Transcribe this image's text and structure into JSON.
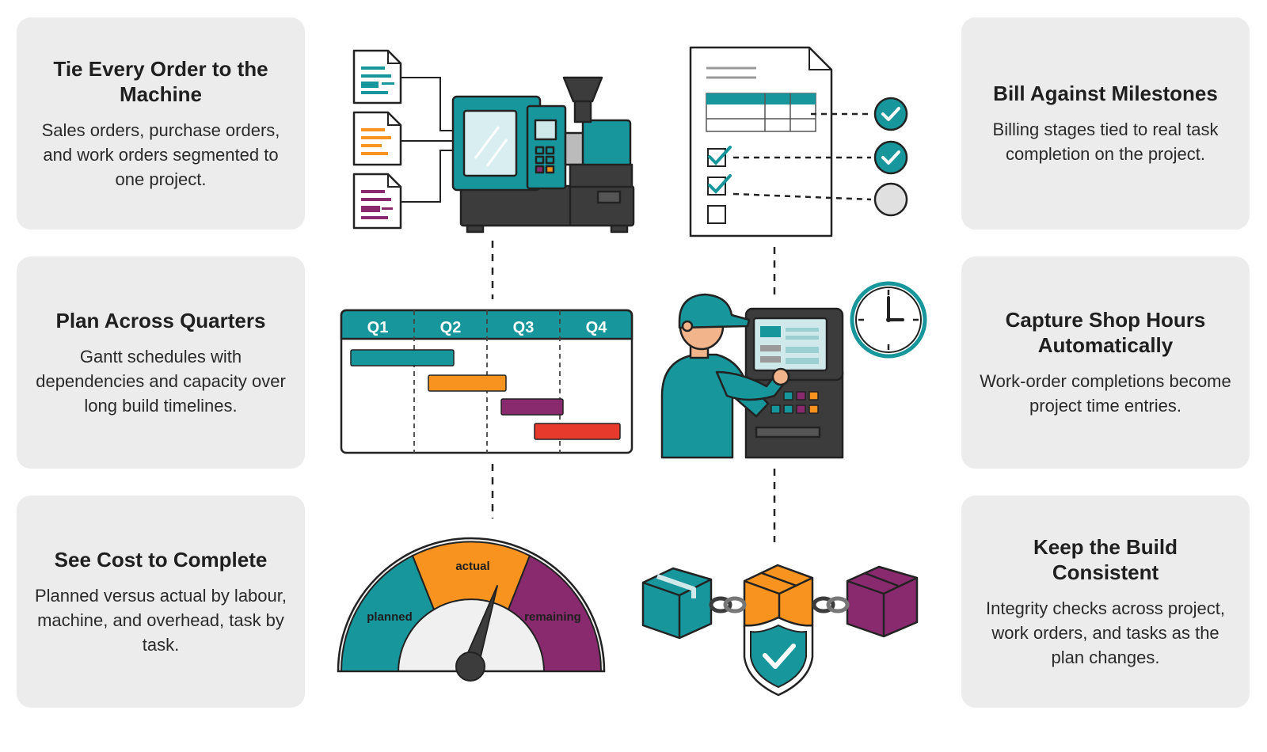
{
  "cards": [
    {
      "title": "Tie Every Order to the Machine",
      "body": "Sales orders, purchase orders, and work orders segmented to one project."
    },
    {
      "title": "Plan Across Quarters",
      "body": "Gantt schedules with dependencies and capacity over long build timelines."
    },
    {
      "title": "See Cost to Complete",
      "body": "Planned versus actual by labour, machine, and overhead, task by task."
    },
    {
      "title": "Bill Against Milestones",
      "body": "Billing stages tied to real task completion on the project."
    },
    {
      "title": "Capture Shop Hours Automatically",
      "body": "Work-order completions become project time entries."
    },
    {
      "title": "Keep the Build Consistent",
      "body": "Integrity checks across project, work orders, and tasks as the plan changes."
    }
  ],
  "gantt": {
    "quarters": [
      "Q1",
      "Q2",
      "Q3",
      "Q4"
    ]
  },
  "gauge": {
    "planned_label": "planned",
    "actual_label": "actual",
    "remaining_label": "remaining"
  },
  "colors": {
    "teal": "#17969b",
    "orange": "#f7931e",
    "purple": "#8a2a6e",
    "red": "#e83a2c",
    "dark": "#3c3c3c",
    "card": "#ececec"
  },
  "icons": [
    "document-icon",
    "injection-machine-icon",
    "checklist-document-icon",
    "check-circle-icon",
    "gantt-chart-icon",
    "operator-kiosk-icon",
    "clock-icon",
    "gauge-icon",
    "linked-boxes-icon",
    "shield-check-icon"
  ]
}
